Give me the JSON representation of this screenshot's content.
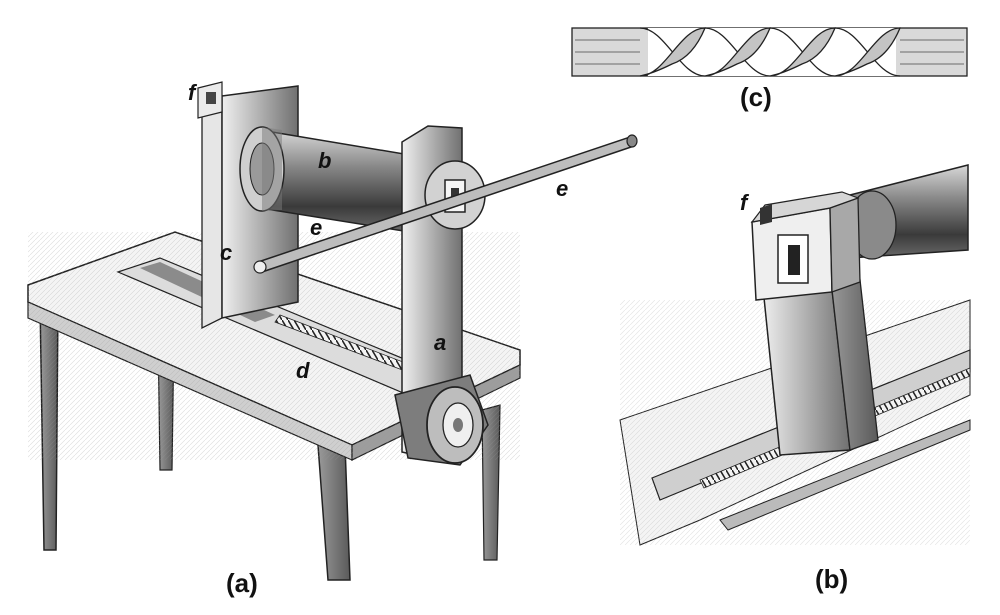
{
  "figure": {
    "panels": {
      "a": {
        "caption": "(a)"
      },
      "b": {
        "caption": "(b)"
      },
      "c": {
        "caption": "(c)"
      }
    },
    "part_labels": {
      "a": "a",
      "b": "b",
      "c": "c",
      "d": "d",
      "e1": "e",
      "e2": "e",
      "f_main": "f",
      "f_detail": "f"
    }
  }
}
